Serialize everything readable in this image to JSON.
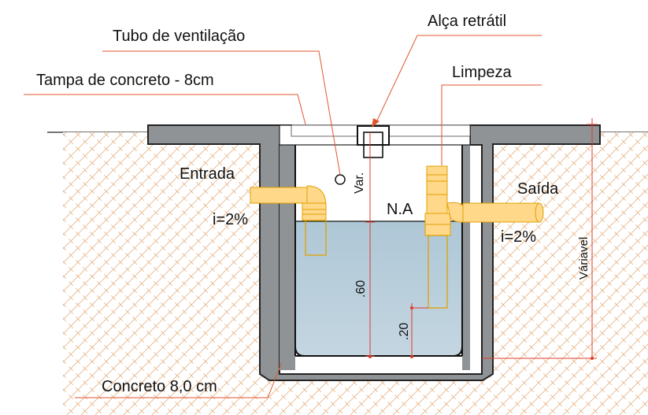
{
  "labels": {
    "tubo_ventilacao": "Tubo de ventilação",
    "alca_retratil": "Alça retrátil",
    "tampa_concreto": "Tampa de concreto - 8cm",
    "limpeza": "Limpeza",
    "entrada": "Entrada",
    "saida": "Saída",
    "inclinacao_entrada": "i=2%",
    "inclinacao_saida": "i=2%",
    "nivel_agua": "N.A",
    "variavel_tampa": "Var.",
    "variavel_lateral": "Váriavel",
    "altura_agua": ".60",
    "altura_saida": ".20",
    "concreto": "Concreto 8,0 cm"
  },
  "colors": {
    "concrete": "#8f9396",
    "water": "#b7cedb",
    "soil_hatch": "#e8b98f",
    "pipe": "#ffd88a",
    "pipe_outline": "#e0a100",
    "leader_line": "#e2562e",
    "dimension_line": "#e03a2a"
  }
}
